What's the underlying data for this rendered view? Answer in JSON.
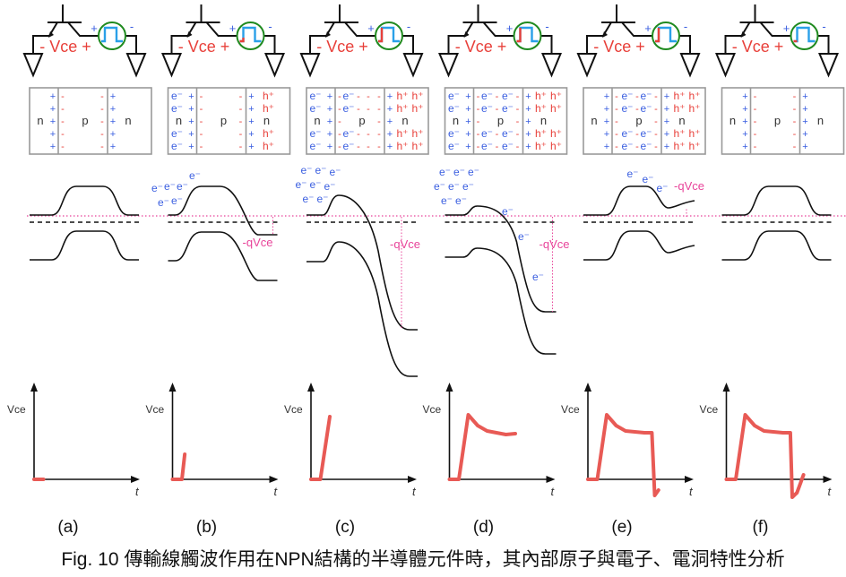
{
  "caption": "Fig. 10 傳輸線觸波作用在NPN結構的半導體元件時，其內部原子與電子、電洞特性分析",
  "symbols": {
    "vce_label": "- Vce +",
    "plus": "+",
    "minus": "-",
    "n": "n",
    "p": "p",
    "electron": "e⁻",
    "hole": "h⁺",
    "qvce": "-qVce",
    "axis_y": "Vce",
    "axis_x": "t"
  },
  "colors": {
    "red": "#e8403a",
    "blue": "#3b5fe0",
    "pink": "#e8449a",
    "green": "#1f8a1f",
    "pulse": "#2aa0e8",
    "wave": "#e85a55"
  },
  "panels": [
    {
      "label": "(a)",
      "wave": [
        [
          0,
          0
        ],
        [
          1,
          0
        ]
      ]
    },
    {
      "label": "(b)",
      "wave": [
        [
          0,
          0
        ],
        [
          1,
          0
        ],
        [
          1.3,
          2.8
        ]
      ]
    },
    {
      "label": "(c)",
      "wave": [
        [
          0,
          0
        ],
        [
          1,
          0
        ],
        [
          2,
          7
        ]
      ]
    },
    {
      "label": "(d)",
      "wave": [
        [
          0,
          0
        ],
        [
          1,
          0
        ],
        [
          2,
          7.2
        ],
        [
          3,
          6
        ],
        [
          4,
          5.4
        ],
        [
          6,
          5
        ],
        [
          7,
          5.1
        ]
      ]
    },
    {
      "label": "(e)",
      "wave": [
        [
          0,
          0
        ],
        [
          1,
          0
        ],
        [
          2,
          7.2
        ],
        [
          3,
          6
        ],
        [
          4,
          5.4
        ],
        [
          6,
          5.2
        ],
        [
          6.8,
          5.2
        ],
        [
          7.1,
          -1.8
        ],
        [
          7.5,
          -1.2
        ]
      ]
    },
    {
      "label": "(f)",
      "wave": [
        [
          0,
          0
        ],
        [
          1,
          0
        ],
        [
          2,
          7.2
        ],
        [
          3,
          6
        ],
        [
          4,
          5.4
        ],
        [
          6,
          5.2
        ],
        [
          6.8,
          5.2
        ],
        [
          7,
          -2
        ],
        [
          7.5,
          -1.5
        ],
        [
          8.2,
          0.5
        ]
      ]
    }
  ]
}
